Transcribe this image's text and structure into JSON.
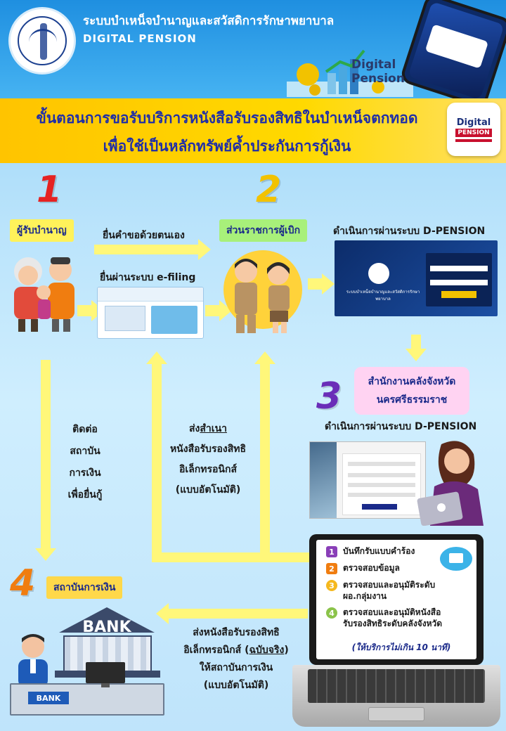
{
  "header": {
    "title": "ระบบบำเหน็จบำนาญและสวัสดิการรักษาพยาบาล",
    "subtitle": "DIGITAL PENSION",
    "product_word_1": "Digital",
    "product_word_2": "Pension"
  },
  "banner": {
    "line1": "ขั้นตอนการขอรับบริการหนังสือรับรองสิทธิในบำเหน็จตกทอด",
    "line2": "เพื่อใช้เป็นหลักทรัพย์ค้ำประกันการกู้เงิน",
    "badge_1": "Digital",
    "badge_2": "PENSION"
  },
  "steps": {
    "n1": "1",
    "n2": "2",
    "n3": "3",
    "n4": "4"
  },
  "labels": {
    "pensioner": "ผู้รับบำนาญ",
    "agency": "ส่วนราชการผู้เบิก",
    "dpension_op": "ดำเนินการผ่านระบบ D-PENSION",
    "self_submit": "ยื่นคำขอด้วยตนเอง",
    "efiling": "ยื่นผ่านระบบ e-filing",
    "province_office_1": "สำนักงานคลังจังหวัด",
    "province_office_2": "นครศรีธรรมราช",
    "dpension_op2": "ดำเนินการผ่านระบบ D-PENSION",
    "contact": [
      "ติดต่อ",
      "สถาบัน",
      "การเงิน",
      "เพื่อยื่นกู้"
    ],
    "copy_prefix": "ส่ง",
    "copy_word": "สำเนา",
    "copy_lines": [
      "หนังสือรับรองสิทธิ",
      "อิเล็กทรอนิกส์",
      "(แบบอัตโนมัติ)"
    ],
    "bank_tag": "สถาบันการเงิน",
    "send_line1": "ส่งหนังสือรับรองสิทธิ",
    "send_line2a": "อิเล็กทรอนิกส์ (",
    "send_line2b": "ฉบับจริง",
    "send_line2c": ")",
    "send_line3": "ให้สถาบันการเงิน",
    "send_line4": "(แบบอัตโนมัติ)",
    "bank_sign": "BANK",
    "desk_label": "BANK"
  },
  "checklist": [
    {
      "n": "1",
      "text": "บันทึกรับแบบคำร้อง"
    },
    {
      "n": "2",
      "text": "ตรวจสอบข้อมูล"
    },
    {
      "n": "3",
      "text": "ตรวจสอบและอนุมัติระดับ ผอ.กลุ่มงาน"
    },
    {
      "n": "4",
      "text": "ตรวจสอบและอนุมัติหนังสือรับรองสิทธิระดับคลังจังหวัด"
    }
  ],
  "checklist_note": "(ให้บริการไม่เกิน 10 นาที)",
  "colors": {
    "banner": "#ffd400",
    "arrow": "#fff77a",
    "heading_blue": "#1f2ea8"
  }
}
